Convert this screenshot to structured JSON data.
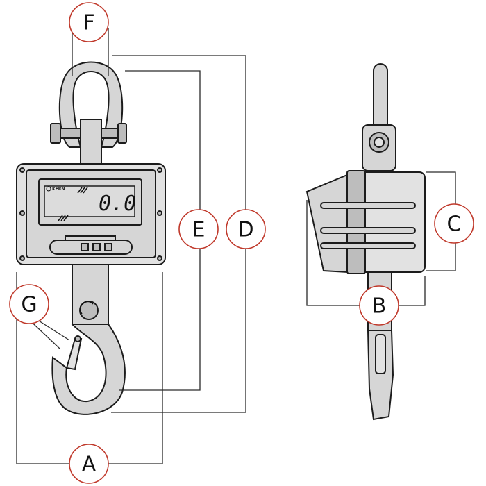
{
  "display": {
    "reading": "0.0",
    "brand": "KERN"
  },
  "callouts": {
    "A": "A",
    "B": "B",
    "C": "C",
    "D": "D",
    "E": "E",
    "F": "F",
    "G": "G"
  },
  "colors": {
    "callout_ring": "#c0392b",
    "body_fill": "#d6d6d6",
    "outline": "#1c1c1c"
  }
}
